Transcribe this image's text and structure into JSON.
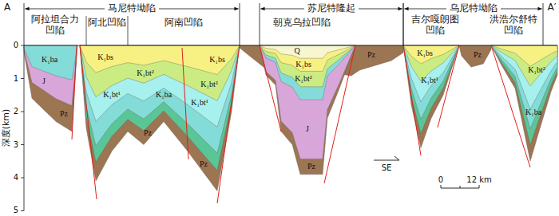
{
  "diagram": {
    "nodes": [
      {
        "text": [
          "马尼特坳陷"
        ]
      },
      {
        "text": [
          "阿拉坦合力 凹陷"
        ],
        "in": 0
      },
      {
        "text": [
          "阿北凹陷"
        ],
        "in": 0
      },
      {
        "text": [
          "阿南凹陷"
        ],
        "in": 0
      },
      {
        "text": [
          "苏尼特隆起"
        ]
      },
      {
        "text": [
          "朝克乌拉凹陷"
        ],
        "in": 4
      },
      {
        "text": [
          "乌尼特坳陷"
        ]
      },
      {
        "text": [
          "吉尔嘎朗图 凹陷"
        ],
        "in": 6
      },
      {
        "text": [
          "洪浩尔舒特 凹陷"
        ],
        "in": 6
      }
    ],
    "labels": [
      "A",
      "A′",
      "0",
      "1",
      "2",
      "3",
      "4",
      "5",
      "深度(km)",
      "K₁ba",
      "J",
      "Pz",
      "K₁bs",
      "K₁bt²",
      "K₁bt¹",
      "K₁ba",
      "Pz",
      "K₁bs",
      "K₁bt²",
      "K₁bt¹",
      "Pz",
      "Q",
      "K₁bs",
      "K₁bt²",
      "J",
      "Pz",
      "Pz",
      "Pz",
      "K₁bs",
      "K₁bt¹",
      "K₁bt²",
      "K₁ba",
      "SE",
      "0",
      "12 km"
    ]
  }
}
